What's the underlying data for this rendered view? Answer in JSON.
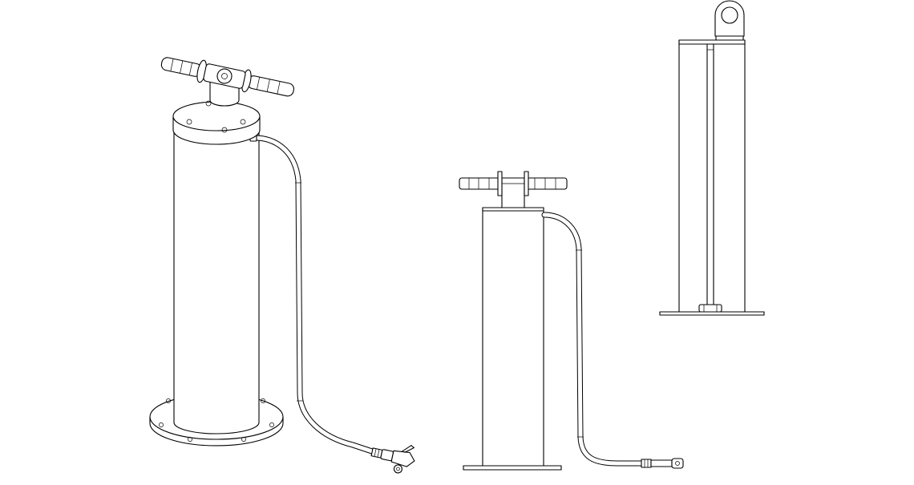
{
  "drawing": {
    "subject": "",
    "views": [
      {
        "id": "isometric"
      },
      {
        "id": "front"
      },
      {
        "id": "side"
      }
    ]
  },
  "colors": {
    "line": "#000000",
    "background": "#ffffff"
  }
}
